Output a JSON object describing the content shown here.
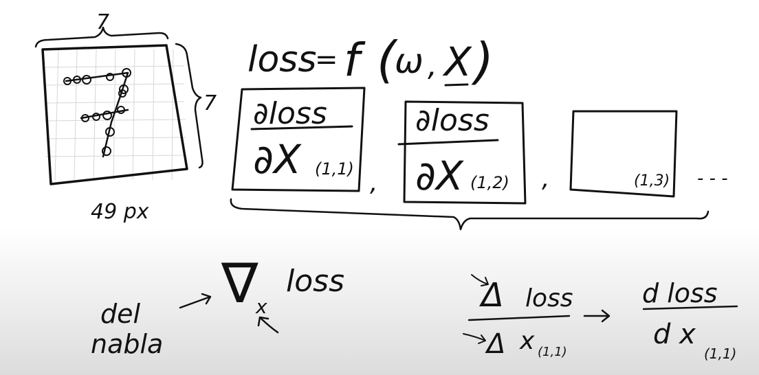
{
  "image_grid": {
    "width_label": "7",
    "height_label": "7",
    "pixel_count_label": "49 px"
  },
  "loss_equation": {
    "lhs": "loss",
    "equals": "=",
    "function": "f",
    "open_paren": "(",
    "arg_w": "ω",
    "comma": ",",
    "arg_x": "X",
    "close_paren": ")"
  },
  "partials": [
    {
      "num": "∂loss",
      "den": "∂X",
      "index": "(1,1)"
    },
    {
      "num": "∂loss",
      "den": "∂X",
      "index": "(1,2)"
    },
    {
      "num": "",
      "den": "",
      "index": "(1,3)"
    }
  ],
  "partials_separator": ",",
  "ellipsis": "- - -",
  "nabla_section": {
    "del_label": "del",
    "nabla_label": "nabla",
    "symbol": "∇",
    "subscript": "x",
    "loss_label": "loss"
  },
  "delta_fraction": {
    "num_symbol": "Δ",
    "num_text": "loss",
    "den_symbol": "Δ",
    "den_text": "x",
    "den_index": "(1,1)"
  },
  "d_fraction": {
    "num": "d loss",
    "den_text": "d  x",
    "den_index": "(1,1)"
  }
}
